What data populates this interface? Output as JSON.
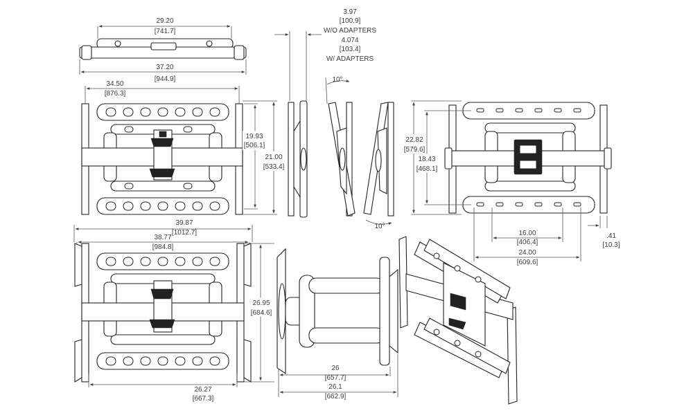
{
  "dimensions": {
    "d1_in": "29.20",
    "d1_mm": "[741.7]",
    "d2_in": "37.20",
    "d2_mm": "[944.9]",
    "d3_in": "34.50",
    "d3_mm": "[876.3]",
    "d4_in": "19.93",
    "d4_mm": "[506.1]",
    "d5_in": "21.00",
    "d5_mm": "[533.4]",
    "wo_in": "3.97",
    "wo_mm": "[100.9]",
    "wo_label": "W/O ADAPTERS",
    "w_in": "4.074",
    "w_mm": "[103.4]",
    "w_label": "W/ ADAPTERS",
    "tilt_top": "10°",
    "tilt_bottom": "10°",
    "d6_in": "22.82",
    "d6_mm": "[579.6]",
    "d7_in": "18.43",
    "d7_mm": "[468.1]",
    "d8_in": "16.00",
    "d8_mm": "[406.4]",
    "d9_in": "24.00",
    "d9_mm": "[609.6]",
    "d10_in": ".41",
    "d10_mm": "[10.3]",
    "d11_in": "39.87",
    "d11_mm": "[1012.7]",
    "d12_in": "38.77",
    "d12_mm": "[984.8]",
    "d13_in": "26.95",
    "d13_mm": "[684.6]",
    "d14_in": "26.27",
    "d14_mm": "[667.3]",
    "d15_in": "26",
    "d15_mm": "[657.7]",
    "d16_in": "26.1",
    "d16_mm": "[662.9]"
  }
}
